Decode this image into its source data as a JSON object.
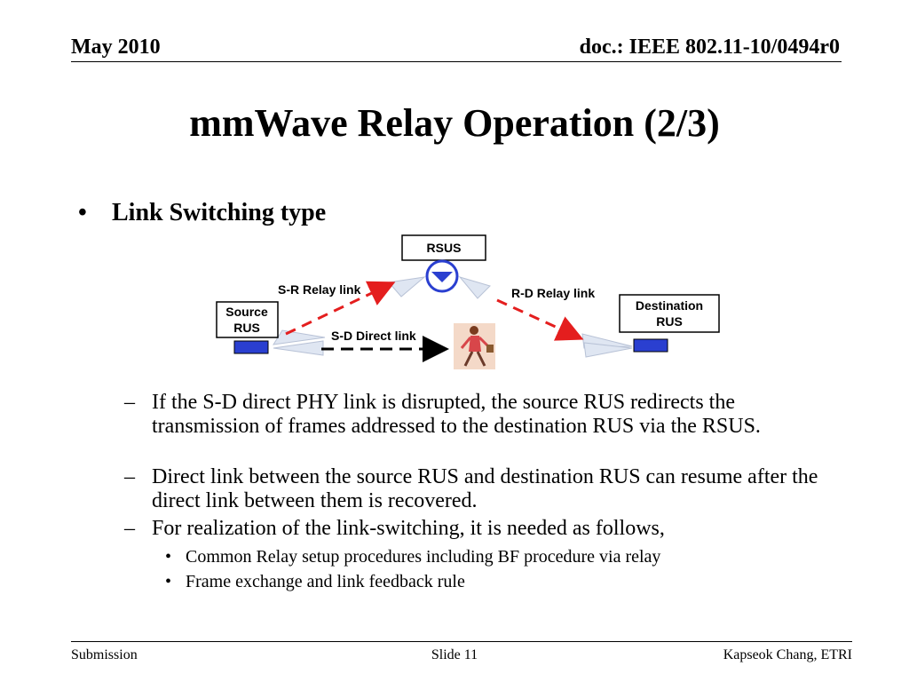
{
  "header": {
    "date": "May 2010",
    "doc_id": "doc.: IEEE 802.11-10/0494r0"
  },
  "title": "mmWave Relay Operation (2/3)",
  "bullet": {
    "marker": "•",
    "text": "Link Switching type"
  },
  "diagram": {
    "rsus_label": "RSUS",
    "source_label": [
      "Source",
      "RUS"
    ],
    "destination_label": [
      "Destination",
      "RUS"
    ],
    "sr_link_label": "S-R Relay link",
    "rd_link_label": "R-D Relay link",
    "sd_link_label": "S-D Direct link",
    "colors": {
      "relay_link": "#e41e1e",
      "device_box": "#2a3fd0",
      "rsus_circle": "#2a3fd0",
      "beam": "#dfe6f2"
    },
    "obstacle_icon": "walking-person-icon"
  },
  "sub_bullets": [
    {
      "marker": "–",
      "text": "If the S-D direct PHY link is disrupted, the source RUS redirects the transmission of frames addressed to the destination RUS via the RSUS."
    },
    {
      "marker": "–",
      "text": "Direct link between the source RUS and destination RUS can resume after the direct link between them is recovered."
    },
    {
      "marker": "–",
      "text": "For realization of the link-switching, it is needed as follows,"
    }
  ],
  "sub_sub_bullets": [
    {
      "marker": "•",
      "text": "Common Relay setup procedures including BF procedure via relay"
    },
    {
      "marker": "•",
      "text": "Frame exchange and link feedback rule"
    }
  ],
  "footer": {
    "left": "Submission",
    "center": "Slide 11",
    "right": "Kapseok Chang, ETRI"
  }
}
